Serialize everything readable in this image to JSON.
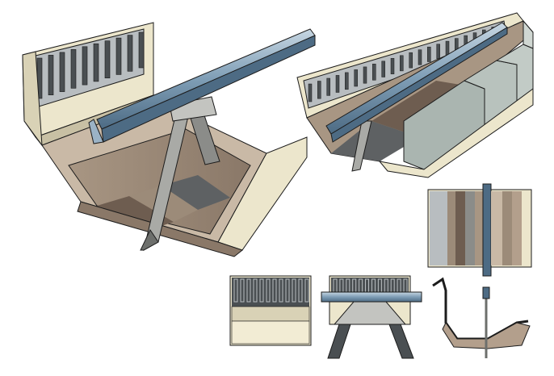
{
  "figure": {
    "views": [
      {
        "id": "perspective-near"
      },
      {
        "id": "perspective-far"
      },
      {
        "id": "plan-view"
      },
      {
        "id": "front-view"
      },
      {
        "id": "section-view"
      },
      {
        "id": "profile-view"
      }
    ],
    "colors": {
      "rail": "#7f9eb6",
      "rail_dark": "#4d6b84",
      "rail_light": "#b7cad8",
      "bed": "#a89683",
      "bed_dark": "#6e5d50",
      "wall": "#ece6cc",
      "wall_shade": "#c8c0a4",
      "liner": "#e3dbbd",
      "stand": "#a9aaa6",
      "stand_dark": "#6d6f6c",
      "mesh": "#4a4f52",
      "mesh_light": "#b8bdc0",
      "outline": "#1c1c1c",
      "stone": "#aab5b0"
    }
  }
}
